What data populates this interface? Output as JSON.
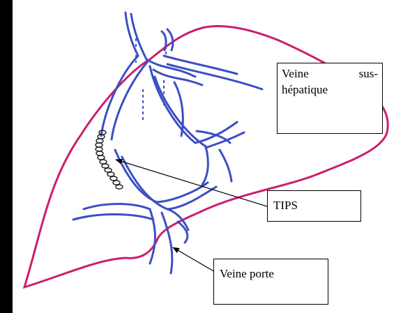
{
  "labels": {
    "sus_hepatique_word1": "Veine",
    "sus_hepatique_word2": "sus-",
    "sus_hepatique_line2": "hépatique",
    "tips": "TIPS",
    "porte": "Veine porte"
  },
  "colors": {
    "liver_outline": "#cc1e6e",
    "vein": "#3b4fc4",
    "stent": "#222222",
    "background": "#000000",
    "panel": "#ffffff"
  }
}
